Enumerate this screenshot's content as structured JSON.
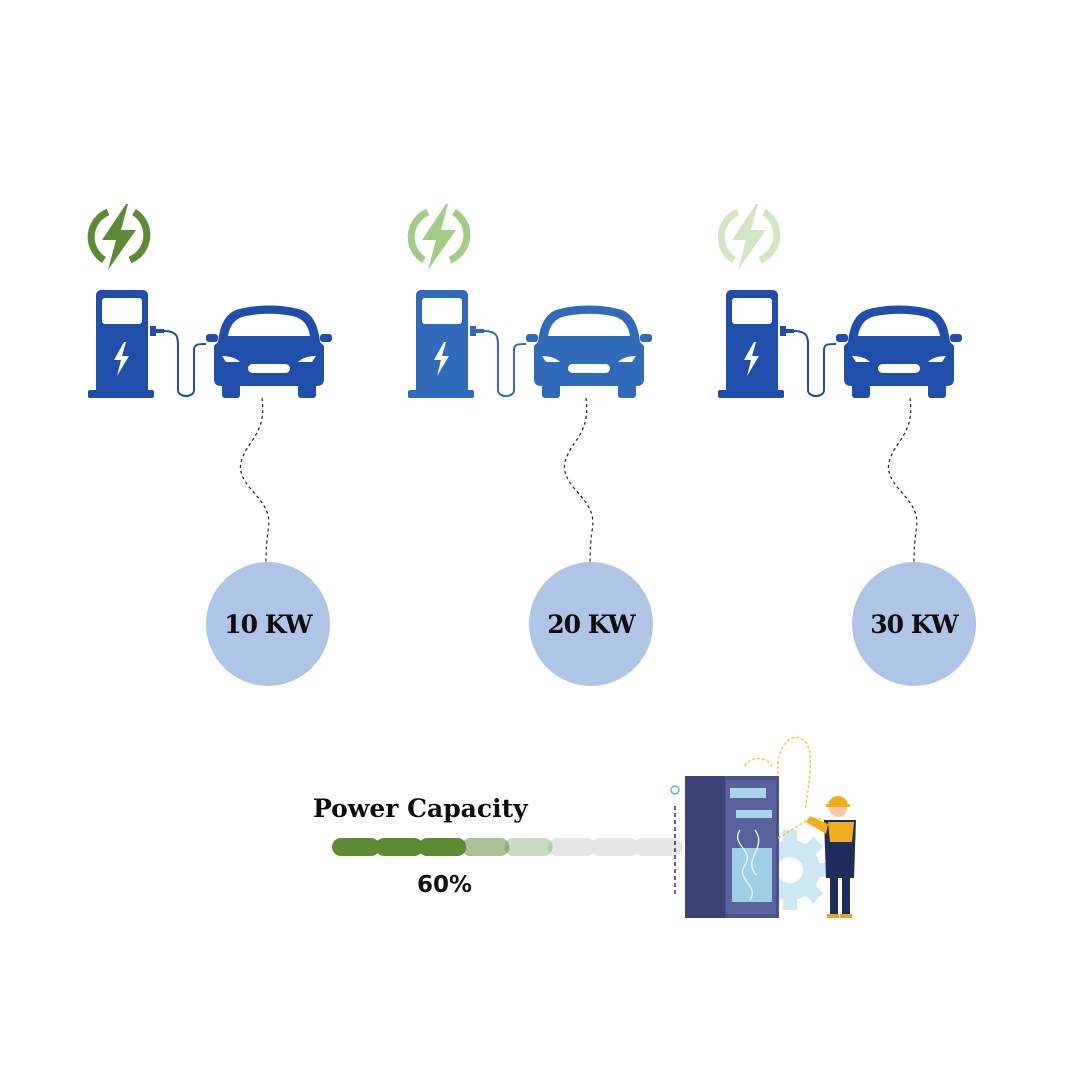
{
  "stations": [
    {
      "label": "10 KW",
      "bolt_color": "#5e8a34",
      "station_color": "#1f4faa"
    },
    {
      "label": "20 KW",
      "bolt_color": "#a3cc85",
      "station_color": "#2f6abb"
    },
    {
      "label": "30 KW",
      "bolt_color": "#d3e5c3",
      "station_color": "#1f4faa"
    }
  ],
  "capacity": {
    "title": "Power Capacity",
    "value_label": "60%",
    "fraction": 0.6,
    "fill_color": "#5e8a34",
    "track_color": "#e6e6e6"
  },
  "illustration": {
    "icon": "technician-electrical-cabinet-icon"
  }
}
